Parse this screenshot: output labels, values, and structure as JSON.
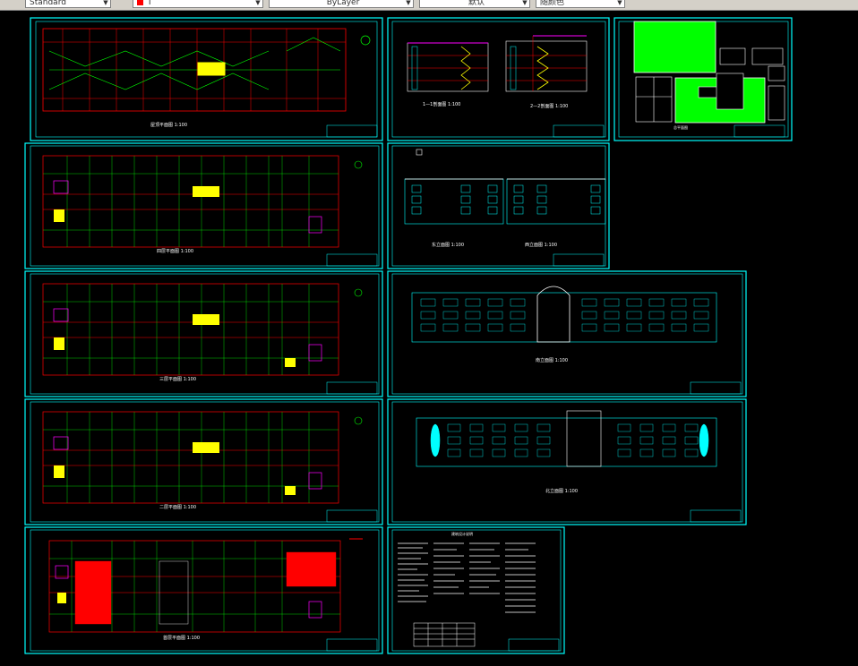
{
  "toolbar": {
    "text_style": "Standard",
    "layer": "Ⅰ",
    "linetype": "ByLayer",
    "lineweight": "默认",
    "plot_style": "随颜色"
  },
  "sheets": {
    "roof_plan": {
      "title": "屋顶平面图  1:100"
    },
    "sections": {
      "label_1": "1—1剖面图  1:100",
      "label_2": "2—2剖面图  1:100"
    },
    "site_plan": {
      "title": "总平面图"
    },
    "side_elevations": {
      "label_1": "东立面图  1:100",
      "label_2": "西立面图  1:100"
    },
    "floor_4": {
      "title": "四层平面图  1:100"
    },
    "floor_3": {
      "title": "三层平面图  1:100"
    },
    "floor_2": {
      "title": "二层平面图  1:100"
    },
    "floor_1": {
      "title": "首层平面图  1:100"
    },
    "south_elevation": {
      "title": "南立面图  1:100"
    },
    "north_elevation": {
      "title": "北立面图  1:100"
    },
    "notes": {
      "title": "建筑设计说明"
    }
  },
  "colors": {
    "background": "#000000",
    "sheet_border": "#00ffff",
    "plan_lines": "#00ff00",
    "axis_lines": "#ff0000",
    "highlight": "#ffff00",
    "stairs": "#ff00ff",
    "elevation": "#00ffff",
    "text": "#ffffff"
  }
}
